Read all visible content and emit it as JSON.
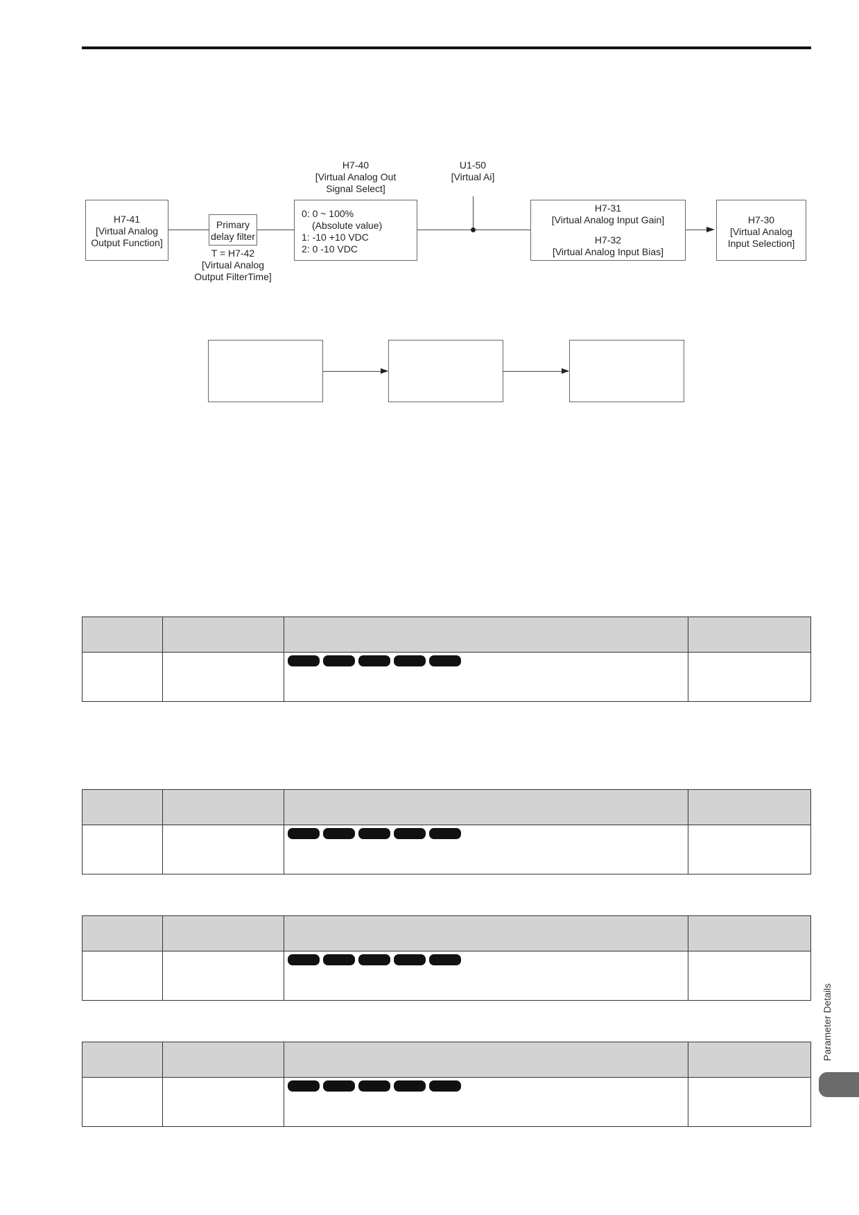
{
  "diagram": {
    "h741": [
      "H7-41",
      "[Virtual Analog",
      "Output Function]"
    ],
    "primary_filter": [
      "Primary",
      "delay filter"
    ],
    "filter_time": [
      "T = H7-42",
      "[Virtual Analog",
      "Output FilterTime]"
    ],
    "h740_title": [
      "H7-40",
      "[Virtual Analog Out",
      "Signal Select]"
    ],
    "h740_options": [
      "0: 0 ~ 100%",
      "(Absolute value)",
      "1: -10 +10 VDC",
      "2: 0 -10 VDC"
    ],
    "u150": [
      "U1-50",
      "[Virtual Ai]"
    ],
    "h731": [
      "H7-31",
      "[Virtual Analog Input Gain]"
    ],
    "h732": [
      "H7-32",
      "[Virtual Analog Input Bias]"
    ],
    "h730": [
      "H7-30",
      "[Virtual Analog",
      "Input Selection]"
    ]
  },
  "side_tab": {
    "label": "Parameter Details"
  }
}
